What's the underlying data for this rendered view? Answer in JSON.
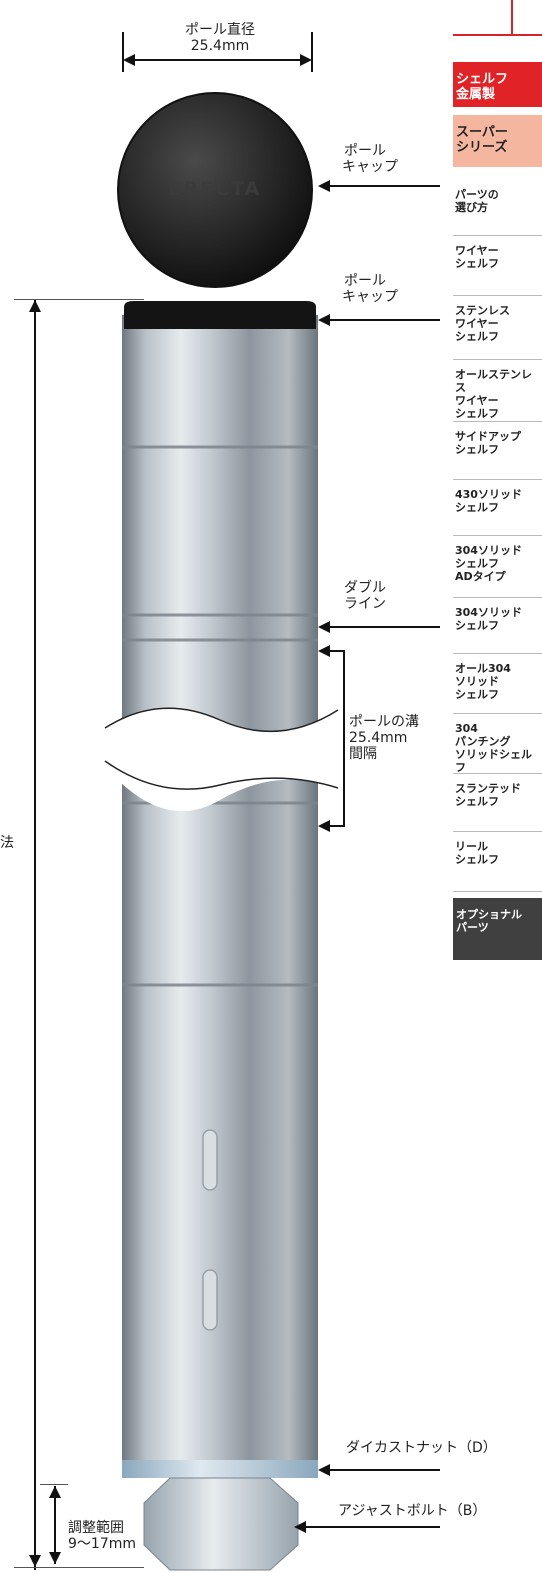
{
  "annotations": {
    "pole_diameter": [
      "ポール直径",
      "25.4mm"
    ],
    "cap_top": [
      "ポール",
      "キャップ"
    ],
    "cap_mounted": [
      "ポール",
      "キャップ"
    ],
    "double_line": [
      "ダブル",
      "ライン"
    ],
    "groove": [
      "ポールの溝",
      "25.4mm",
      "間隔"
    ],
    "size_label": "寸法",
    "die_cast_nut": "ダイカストナット（D）",
    "adjust_bolt": "アジャストボルト（B）",
    "adjust_range": [
      "調整範囲",
      "9～17mm"
    ]
  },
  "logo_text": "ERECTA",
  "sidebar": {
    "items": [
      {
        "lines": [
          "シェルフ",
          "金属製"
        ],
        "style": "active-red"
      },
      {
        "lines": [
          "スーパー",
          "シリーズ"
        ],
        "style": "active-salmon"
      },
      {
        "lines": [
          "パーツの",
          "選び方"
        ]
      },
      {
        "lines": [
          "ワイヤー",
          "シェルフ"
        ]
      },
      {
        "lines": [
          "ステンレス",
          "ワイヤー",
          "シェルフ"
        ]
      },
      {
        "lines": [
          "オールステンレス",
          "ワイヤー",
          "シェルフ"
        ]
      },
      {
        "lines": [
          "サイドアップ",
          "シェルフ"
        ]
      },
      {
        "lines": [
          "430ソリッド",
          "シェルフ"
        ]
      },
      {
        "lines": [
          "304ソリッド",
          "シェルフ",
          "ADタイプ"
        ]
      },
      {
        "lines": [
          "304ソリッド",
          "シェルフ"
        ]
      },
      {
        "lines": [
          "オール304",
          "ソリッド",
          "シェルフ"
        ]
      },
      {
        "lines": [
          "304",
          "パンチング",
          "ソリッドシェルフ"
        ]
      },
      {
        "lines": [
          "スランテッド",
          "シェルフ"
        ]
      },
      {
        "lines": [
          "リール",
          "シェルフ"
        ]
      },
      {
        "lines": [
          "オプショナル",
          "パーツ"
        ],
        "style": "dark"
      }
    ]
  },
  "colors": {
    "accent_red": "#e02327",
    "salmon": "#f5b6a0",
    "dark": "#404040"
  }
}
